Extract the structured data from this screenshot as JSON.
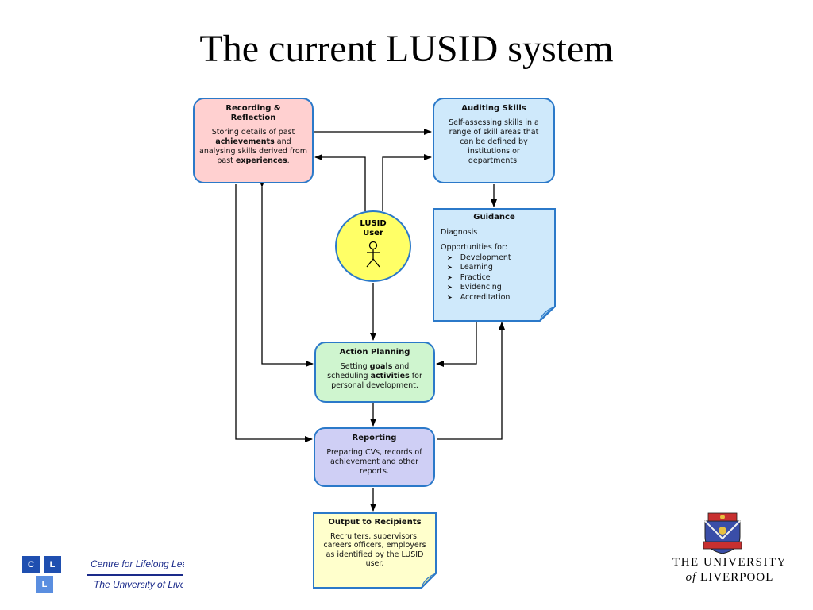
{
  "title": "The current LUSID system",
  "recording": {
    "title_line1": "Recording &",
    "title_line2": "Reflection",
    "text1": "Storing details of past",
    "bold1": "achievements",
    "text2": "and analysing skills derived from past",
    "bold2": "experiences",
    "text3": "."
  },
  "auditing": {
    "title": "Auditing Skills",
    "text": "Self-assessing skills in a range of skill areas that can be defined by institutions or departments."
  },
  "guidance": {
    "title": "Guidance",
    "diagnosis": "Diagnosis",
    "opportunities": "Opportunities for:",
    "items": [
      "Development",
      "Learning",
      "Practice",
      "Evidencing",
      "Accreditation"
    ]
  },
  "user": {
    "line1": "LUSID",
    "line2": "User"
  },
  "action": {
    "title": "Action Planning",
    "text1": "Setting",
    "bold1": "goals",
    "text2": "and scheduling",
    "bold2": "activities",
    "text3": "for personal development."
  },
  "reporting": {
    "title": "Reporting",
    "text": "Preparing CVs, records of achievement and other reports."
  },
  "output": {
    "title": "Output to Recipients",
    "text": "Recruiters, supervisors, careers officers, employers as identified by the LUSID user."
  },
  "footer": {
    "logo_letters": [
      "C",
      "L",
      "L"
    ],
    "line1": "Centre for Lifelong Learning",
    "line2": "The University of Liverpool",
    "uni_line1": "THE UNIVERSITY",
    "uni_line2_prefix": "of",
    "uni_line2": "LIVERPOOL"
  },
  "colors": {
    "border": "#2b79c9",
    "recording_fill": "#ffd0d0",
    "auditing_fill": "#cfe9fb",
    "action_fill": "#cff5cf",
    "reporting_fill": "#cfcff5",
    "output_fill": "#ffffcc",
    "user_fill": "#ffff66",
    "clsq_blue": "#1f4fb0",
    "clsq_light": "#5a8ee0"
  }
}
